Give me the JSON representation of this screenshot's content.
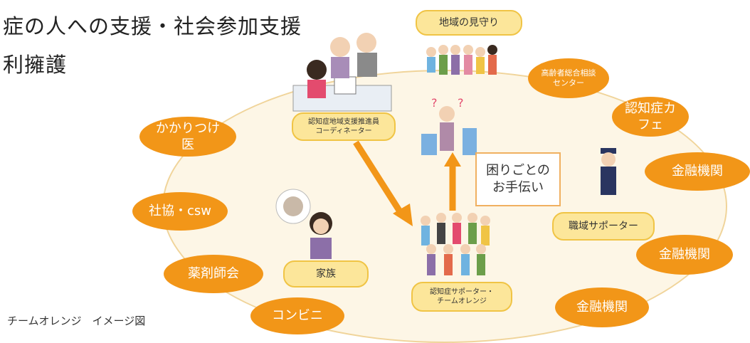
{
  "heading": {
    "line1": "症の人への支援・社会参加支援",
    "line2": "利擁護"
  },
  "caption": "チームオレンジ　イメージ図",
  "nodes": {
    "chiiki_mimamori": "地域の見守り",
    "houkatsu_center": "高齢者総合相談\nセンター",
    "ninchisho_cafe": "認知症カ\nフェ",
    "kinyu1": "金融機関",
    "kinyu2": "金融機関",
    "kinyu3": "金融機関",
    "kakaritsuke": "かかりつけ\n医",
    "shakyo": "社協・csw",
    "yakuzaishi": "薬剤師会",
    "conbini": "コンビニ",
    "coordinator": "認知症地域支援推進員\nコーディネーター",
    "kazoku": "家族",
    "shokuiki": "職域サポーター",
    "supporter": "認知症サポーター・\nチームオレンジ",
    "komarigoto": "困りごとの\nお手伝い"
  },
  "colors": {
    "orange_node": "#f29618",
    "yellow_node": "#fce69a",
    "arrow": "#f29618",
    "ellipse_fill": "#fdf6e6"
  },
  "icons": [
    "coordinator-desk-icon",
    "elderly-couple-icon",
    "community-group-icon",
    "confused-elder-icon",
    "police-officer-icon",
    "family-icon",
    "supporter-group-icon"
  ]
}
